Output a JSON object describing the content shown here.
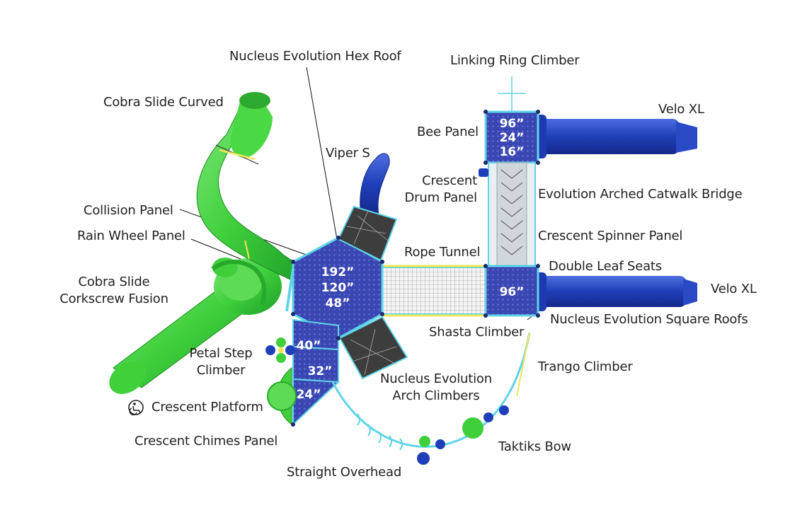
{
  "labels": {
    "hex_roof": "Nucleus Evolution Hex Roof",
    "linking_ring": "Linking Ring Climber",
    "cobra_curved": "Cobra Slide Curved",
    "velo_top": "Velo XL",
    "bee_panel": "Bee Panel",
    "viper": "Viper S",
    "crescent_drum_1": "Crescent",
    "crescent_drum_2": "Drum Panel",
    "catwalk": "Evolution Arched Catwalk Bridge",
    "collision": "Collision Panel",
    "rain_wheel": "Rain Wheel Panel",
    "spinner": "Crescent Spinner Panel",
    "rope_tunnel": "Rope Tunnel",
    "double_leaf": "Double Leaf Seats",
    "cobra_cork_1": "Cobra Slide",
    "cobra_cork_2": "Corkscrew Fusion",
    "velo_bottom": "Velo XL",
    "square_roofs": "Nucleus Evolution Square Roofs",
    "shasta": "Shasta Climber",
    "petal_1": "Petal Step",
    "petal_2": "Climber",
    "trango": "Trango Climber",
    "arch_1": "Nucleus Evolution",
    "arch_2": "Arch Climbers",
    "crescent_platform": "Crescent Platform",
    "chimes": "Crescent Chimes Panel",
    "taktiks": "Taktiks Bow",
    "overhead": "Straight Overhead"
  },
  "heights": {
    "tower_top": [
      "96”",
      "24”",
      "16”"
    ],
    "tower_right": "96”",
    "hex": [
      "192”",
      "120”",
      "48”"
    ],
    "steps": [
      "40”",
      "32”",
      "24”"
    ]
  },
  "icons": {
    "accessible": "wheelchair-accessible-icon"
  },
  "colors": {
    "slide_green": "#3ecf3a",
    "slide_blue": "#1f3fb8",
    "deck_blue": "#3340a8",
    "frame_cyan": "#5fd4e8",
    "rope_yellow": "#f2e65a"
  }
}
